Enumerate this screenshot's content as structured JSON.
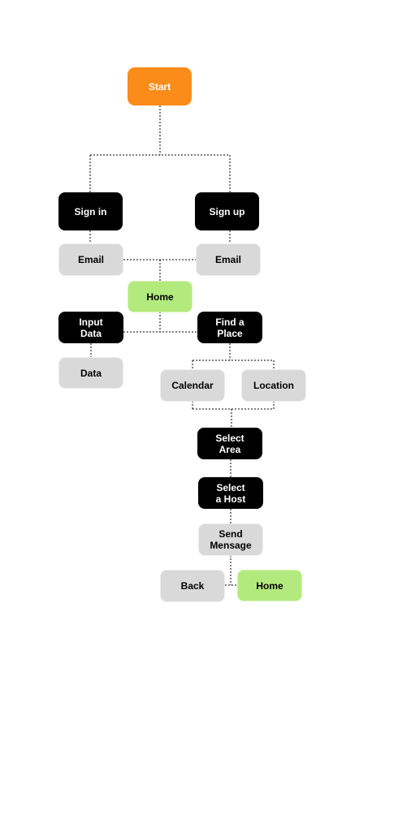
{
  "colors": {
    "start": "#fb8c19",
    "step": "#000000",
    "field": "#d9d9d9",
    "home": "#b3ea7d",
    "connector": "#000000"
  },
  "nodes": {
    "start": "Start",
    "sign_in": "Sign in",
    "sign_up": "Sign up",
    "email_sign_in": "Email",
    "email_sign_up": "Email",
    "home_main": "Home",
    "input_data": "Input\nData",
    "data": "Data",
    "find_a_place": "Find a\nPlace",
    "calendar": "Calendar",
    "location": "Location",
    "select_area": "Select\nArea",
    "select_a_host": "Select\na Host",
    "send_message": "Send\nMensage",
    "back": "Back",
    "home_end": "Home"
  }
}
